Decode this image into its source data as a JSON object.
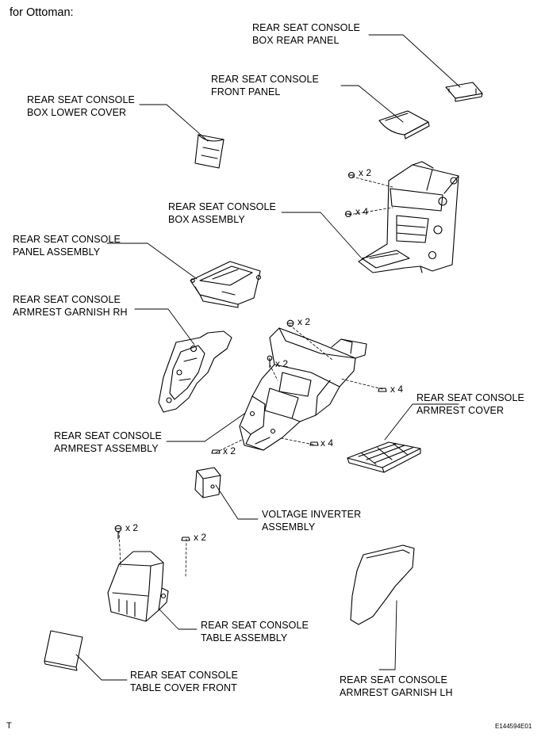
{
  "heading": "for Ottoman:",
  "parts": {
    "box_rear_panel": [
      "REAR SEAT CONSOLE",
      "BOX REAR PANEL"
    ],
    "front_panel": [
      "REAR SEAT CONSOLE",
      "FRONT PANEL"
    ],
    "box_lower_cover": [
      "REAR SEAT CONSOLE",
      "BOX LOWER COVER"
    ],
    "box_assembly": [
      "REAR SEAT CONSOLE",
      "BOX ASSEMBLY"
    ],
    "panel_assembly": [
      "REAR SEAT CONSOLE",
      "PANEL ASSEMBLY"
    ],
    "armrest_garnish_rh": [
      "REAR SEAT CONSOLE",
      "ARMREST GARNISH RH"
    ],
    "armrest_cover": [
      "REAR SEAT CONSOLE",
      "ARMREST COVER"
    ],
    "armrest_assembly": [
      "REAR SEAT CONSOLE",
      "ARMREST ASSEMBLY"
    ],
    "voltage_inverter": [
      "VOLTAGE INVERTER",
      "ASSEMBLY"
    ],
    "table_assembly": [
      "REAR SEAT CONSOLE",
      "TABLE ASSEMBLY"
    ],
    "table_cover_front": [
      "REAR SEAT CONSOLE",
      "TABLE COVER FRONT"
    ],
    "armrest_garnish_lh": [
      "REAR SEAT CONSOLE",
      "ARMREST GARNISH LH"
    ]
  },
  "quantities": {
    "box_screw_top": "x 2",
    "box_screw_bottom": "x 4",
    "armrest_screw_top": "x 2",
    "armrest_screw_mid": "x 2",
    "armrest_nut_right": "x 4",
    "armrest_nut_bottom": "x 4",
    "inverter_screw": "x 2",
    "table_screw_left": "x 2",
    "table_screw_right": "x 2"
  },
  "footer": {
    "left_mark": "T",
    "figure_id": "E144594E01"
  }
}
